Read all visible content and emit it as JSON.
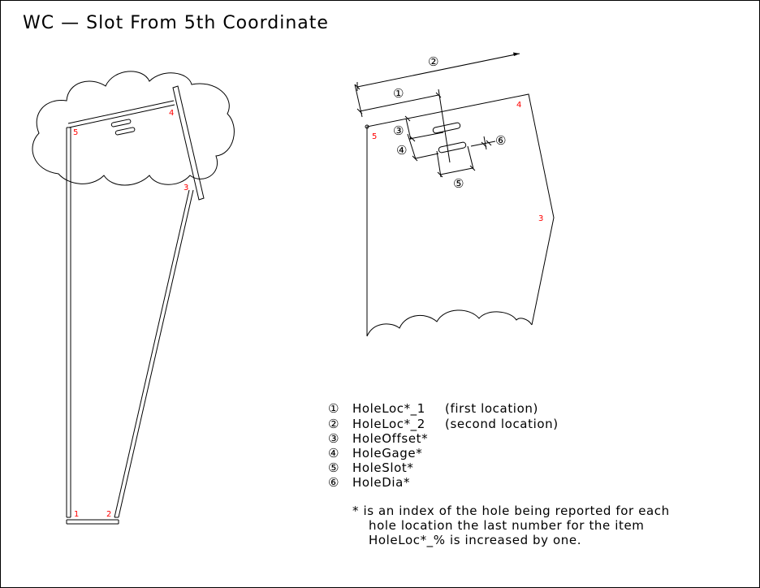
{
  "title": "WC — Slot From 5th Coordinate",
  "vertex_labels": [
    "1",
    "2",
    "3",
    "4",
    "5"
  ],
  "callouts": [
    "①",
    "②",
    "③",
    "④",
    "⑤",
    "⑥"
  ],
  "legend": [
    {
      "marker": "①",
      "name": "HoleLoc*_1",
      "note": "(first location)"
    },
    {
      "marker": "②",
      "name": "HoleLoc*_2",
      "note": "(second location)"
    },
    {
      "marker": "③",
      "name": "HoleOffset*",
      "note": ""
    },
    {
      "marker": "④",
      "name": "HoleGage*",
      "note": ""
    },
    {
      "marker": "⑤",
      "name": "HoleSlot*",
      "note": ""
    },
    {
      "marker": "⑥",
      "name": "HoleDia*",
      "note": ""
    }
  ],
  "footnote": {
    "line1": "* is an index of the hole being reported for each",
    "line2": "hole location the last number for the item",
    "line3": "HoleLoc*_% is increased by one."
  },
  "colors": {
    "line": "#000000",
    "vertex_label": "#ff0000",
    "background": "#ffffff"
  }
}
